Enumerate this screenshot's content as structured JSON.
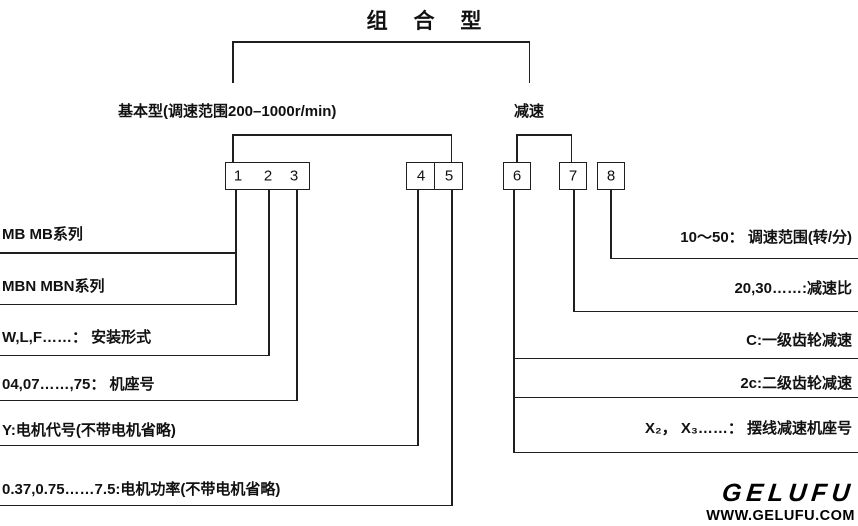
{
  "title": "组 合 型",
  "branches": {
    "basic": "基本型(调速范围200–1000r/min)",
    "reduction": "减速"
  },
  "boxes": [
    "1",
    "2",
    "3",
    "4",
    "5",
    "6",
    "7",
    "8"
  ],
  "left_labels": [
    "MB MB系列",
    "MBN MBN系列",
    "W,L,F……： 安装形式",
    "04,07……,75： 机座号",
    "Y:电机代号(不带电机省略)",
    "0.37,0.75……7.5:电机功率(不带电机省略)"
  ],
  "right_labels": [
    "10～50： 调速范围(转/分)",
    "20,30……:减速比",
    "C:一级齿轮减速",
    "2c:二级齿轮减速",
    "X₂， X₃……： 摆线减速机座号"
  ],
  "logo": {
    "brand": "GELUFU",
    "website": "WWW.GELUFU.COM"
  },
  "colors": {
    "line": "#1f1f1f",
    "background": "#ffffff",
    "text": "#111111"
  }
}
